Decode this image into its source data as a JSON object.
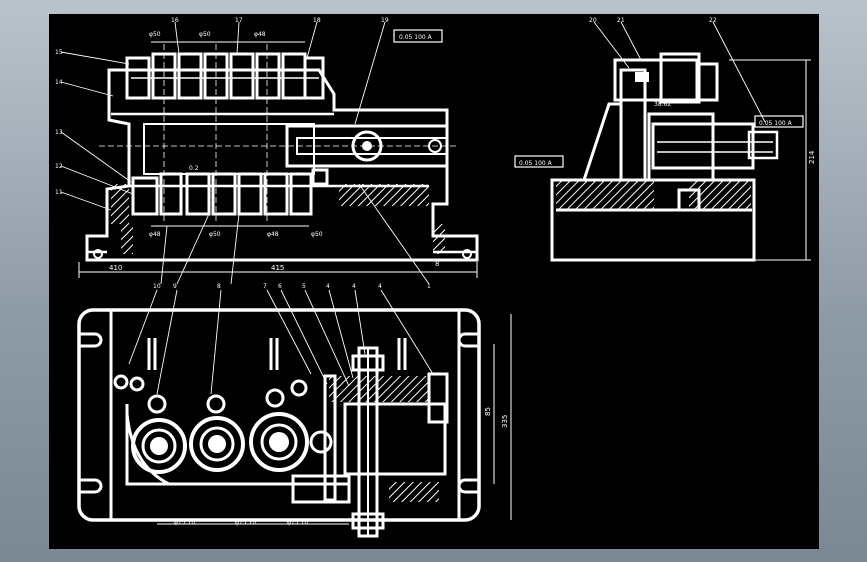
{
  "colors": {
    "outer_bg": "#9aa5af",
    "canvas_bg": "#000000",
    "line": "#ffffff"
  },
  "callouts": {
    "n1": "1",
    "n4": "4",
    "n5": "5",
    "n6": "6",
    "n7": "7",
    "n8": "8",
    "n9": "9",
    "n10": "10",
    "n11": "11",
    "n12": "12",
    "n13": "13",
    "n14": "14",
    "n15": "15",
    "n16": "16",
    "n17": "17",
    "n18": "18",
    "n19": "19",
    "n20": "20",
    "n21": "21",
    "n22": "22"
  },
  "front_dims": {
    "top_a": "φ50",
    "top_b": "φ50",
    "top_c": "φ48",
    "bot_a": "φ48",
    "bot_b": "φ50",
    "bot_c": "φ48",
    "bot_d": "φ50",
    "width": "415",
    "left_mark": "410",
    "right_mark": "8",
    "tol_tag": "0.05 100 A",
    "mid_tag": "0.2"
  },
  "side_dims": {
    "height": "214",
    "tol_a": "0.05 100 A",
    "tol_b": "0.05 100 A",
    "mid_tag": "38.62"
  },
  "plan_dims": {
    "p1": "φ75 10",
    "p2": "φ75 10",
    "p3": "φ75 10",
    "v1": "85",
    "v2": "335"
  }
}
